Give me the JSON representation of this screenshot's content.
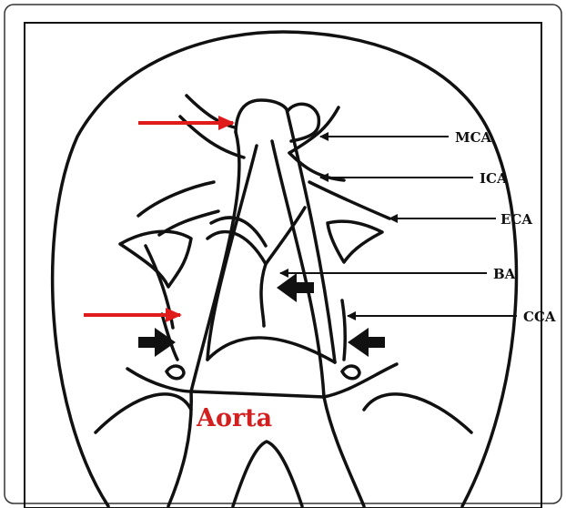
{
  "labels": {
    "mca": "MCA",
    "ica": "ICA",
    "eca": "ECA",
    "ba": "BA",
    "cca": "CCA",
    "aorta": "Aorta"
  },
  "colors": {
    "line": "#111111",
    "accent": "#e01b1b"
  },
  "icons": [
    "red-arrow-icon",
    "black-arrow-icon"
  ]
}
